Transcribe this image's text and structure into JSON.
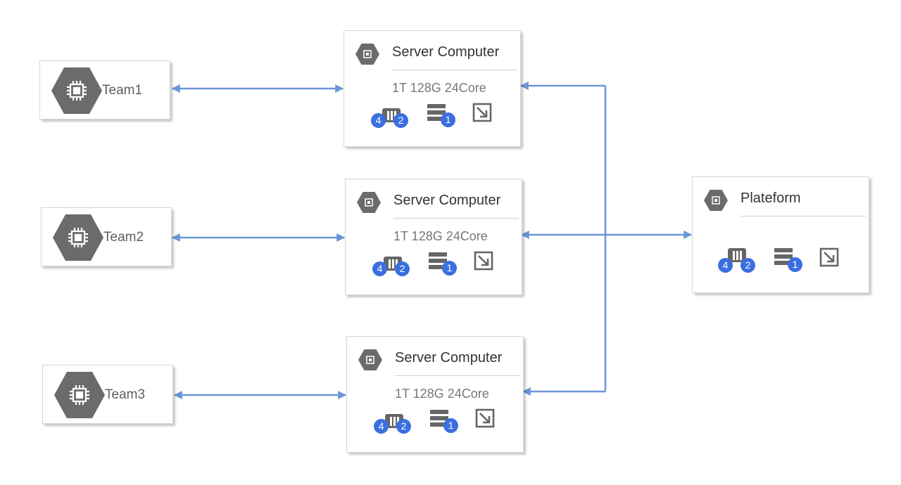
{
  "teams": [
    {
      "label": "Team1",
      "icon": "cpu-chip-icon"
    },
    {
      "label": "Team2",
      "icon": "cpu-chip-icon"
    },
    {
      "label": "Team3",
      "icon": "cpu-chip-icon"
    }
  ],
  "servers": [
    {
      "title": "Server Computer",
      "specs": "1T 128G 24Core",
      "gpu_badge_a": "4",
      "gpu_badge_b": "2",
      "disk_badge": "1"
    },
    {
      "title": "Server Computer",
      "specs": "1T 128G 24Core",
      "gpu_badge_a": "4",
      "gpu_badge_b": "2",
      "disk_badge": "1"
    },
    {
      "title": "Server Computer",
      "specs": "1T 128G 24Core",
      "gpu_badge_a": "4",
      "gpu_badge_b": "2",
      "disk_badge": "1"
    }
  ],
  "platform": {
    "title": "Plateform",
    "gpu_badge_a": "4",
    "gpu_badge_b": "2",
    "disk_badge": "1"
  },
  "icons": [
    "cpu-chip-icon",
    "gpu-card-icon",
    "storage-stack-icon",
    "expand-arrow-icon"
  ],
  "colors": {
    "connector": "#6b96d6",
    "badge": "#3b6fe0",
    "hexagon": "#6b6b6b",
    "glyph": "#666666"
  }
}
